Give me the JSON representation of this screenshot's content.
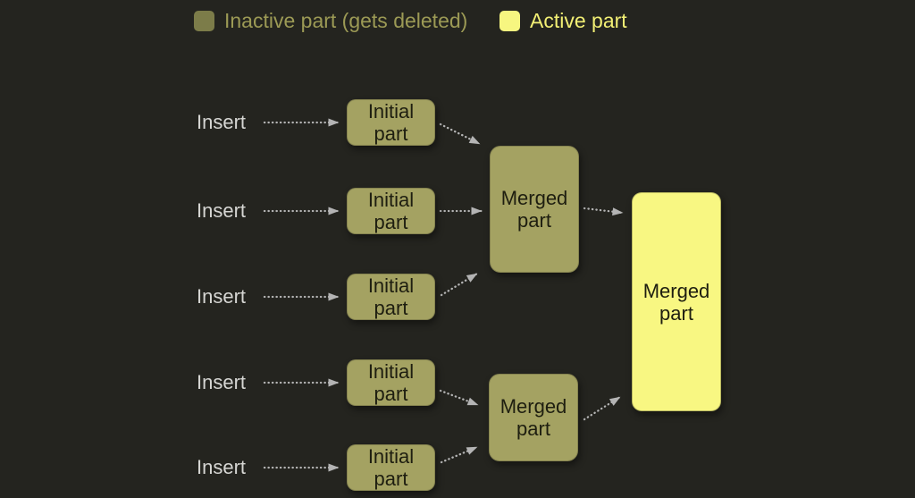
{
  "colors": {
    "background": "#24241f",
    "inactive_box_fill": "#a4a262",
    "inactive_legend_swatch": "#7c7c49",
    "active_fill": "#f8f782",
    "legend_inactive_text": "#9c9a55",
    "legend_active_text": "#f2ef74",
    "insert_text": "#d6d6d3",
    "box_text": "#1e1e10",
    "arrow": "#b4b4b4"
  },
  "legend": {
    "items": [
      {
        "id": "inactive",
        "label": "Inactive part (gets deleted)"
      },
      {
        "id": "active",
        "label": "Active part"
      }
    ]
  },
  "flow": {
    "insert_rows": [
      {
        "label": "Insert"
      },
      {
        "label": "Insert"
      },
      {
        "label": "Insert"
      },
      {
        "label": "Insert"
      },
      {
        "label": "Insert"
      }
    ],
    "initial_parts": [
      {
        "label": "Initial\npart",
        "state": "inactive"
      },
      {
        "label": "Initial\npart",
        "state": "inactive"
      },
      {
        "label": "Initial\npart",
        "state": "inactive"
      },
      {
        "label": "Initial\npart",
        "state": "inactive"
      },
      {
        "label": "Initial\npart",
        "state": "inactive"
      }
    ],
    "merged_parts": [
      {
        "id": "merged-top",
        "label": "Merged\npart",
        "state": "inactive"
      },
      {
        "id": "merged-bottom",
        "label": "Merged\npart",
        "state": "inactive"
      },
      {
        "id": "merged-final",
        "label": "Merged\npart",
        "state": "active"
      }
    ]
  }
}
